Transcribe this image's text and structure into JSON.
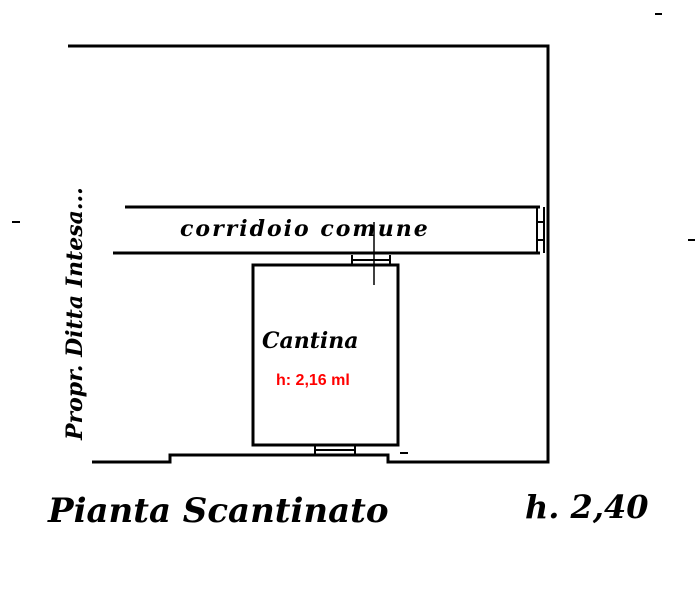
{
  "plan": {
    "owner_label": "Propr. Ditta Intesa...",
    "corridor_label": "corridoio comune",
    "room_label": "Cantina",
    "room_height": "h: 2,16 ml",
    "title": "Pianta Scantinato",
    "floor_height": "h. 2,40"
  },
  "colors": {
    "ink": "#000000",
    "annotation": "#ff0000"
  }
}
